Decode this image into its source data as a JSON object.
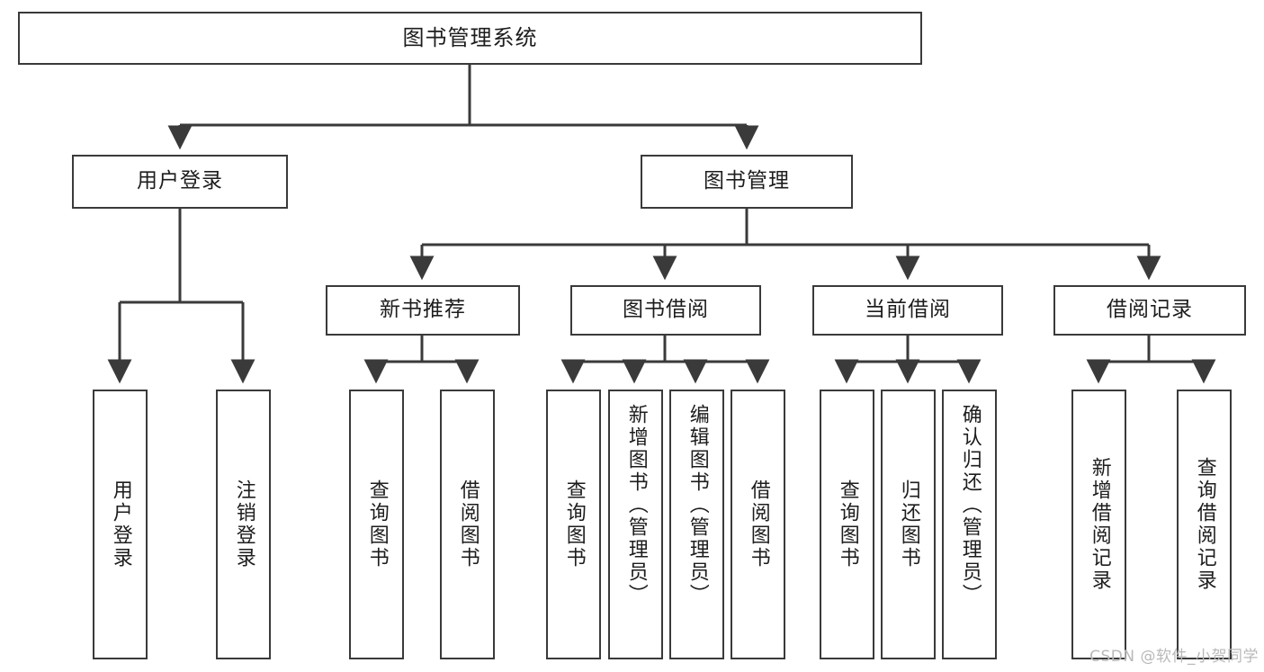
{
  "diagram": {
    "type": "tree-hierarchy",
    "title": "图书管理系统",
    "watermark": "CSDN @软件_小贺同学",
    "colors": {
      "box_border": "#3a3a3a",
      "box_fill": "#ffffff",
      "connector": "#3a3a3a",
      "text": "#1d1d1d",
      "watermark": "#b9b9b9",
      "background": "#ffffff"
    },
    "levels": {
      "root": "图书管理系统",
      "level2": [
        "用户登录",
        "图书管理"
      ],
      "level3": [
        "新书推荐",
        "图书借阅",
        "当前借阅",
        "借阅记录"
      ]
    },
    "nodes": {
      "root": {
        "label": "图书管理系统"
      },
      "user_login": {
        "label": "用户登录"
      },
      "book_manage": {
        "label": "图书管理"
      },
      "new_book_rec": {
        "label": "新书推荐"
      },
      "book_borrow": {
        "label": "图书借阅"
      },
      "current_borrow": {
        "label": "当前借阅"
      },
      "borrow_record": {
        "label": "借阅记录"
      },
      "leaf_01": {
        "label": "用户登录"
      },
      "leaf_02": {
        "label": "注销登录"
      },
      "leaf_03": {
        "label": "查询图书"
      },
      "leaf_04": {
        "label": "借阅图书"
      },
      "leaf_05": {
        "label": "查询图书"
      },
      "leaf_06": {
        "label": "新增图书（管理员）"
      },
      "leaf_07": {
        "label": "编辑图书（管理员）"
      },
      "leaf_08": {
        "label": "借阅图书"
      },
      "leaf_09": {
        "label": "查询图书"
      },
      "leaf_10": {
        "label": "归还图书"
      },
      "leaf_11": {
        "label": "确认归还（管理员）"
      },
      "leaf_12": {
        "label": "新增借阅记录"
      },
      "leaf_13": {
        "label": "查询借阅记录"
      }
    },
    "edges": [
      {
        "from": "root",
        "to": "user_login"
      },
      {
        "from": "root",
        "to": "book_manage"
      },
      {
        "from": "user_login",
        "to": "leaf_01"
      },
      {
        "from": "user_login",
        "to": "leaf_02"
      },
      {
        "from": "book_manage",
        "to": "new_book_rec"
      },
      {
        "from": "book_manage",
        "to": "book_borrow"
      },
      {
        "from": "book_manage",
        "to": "current_borrow"
      },
      {
        "from": "book_manage",
        "to": "borrow_record"
      },
      {
        "from": "new_book_rec",
        "to": "leaf_03"
      },
      {
        "from": "new_book_rec",
        "to": "leaf_04"
      },
      {
        "from": "book_borrow",
        "to": "leaf_05"
      },
      {
        "from": "book_borrow",
        "to": "leaf_06"
      },
      {
        "from": "book_borrow",
        "to": "leaf_07"
      },
      {
        "from": "book_borrow",
        "to": "leaf_08"
      },
      {
        "from": "current_borrow",
        "to": "leaf_09"
      },
      {
        "from": "current_borrow",
        "to": "leaf_10"
      },
      {
        "from": "current_borrow",
        "to": "leaf_11"
      },
      {
        "from": "borrow_record",
        "to": "leaf_12"
      },
      {
        "from": "borrow_record",
        "to": "leaf_13"
      }
    ]
  }
}
